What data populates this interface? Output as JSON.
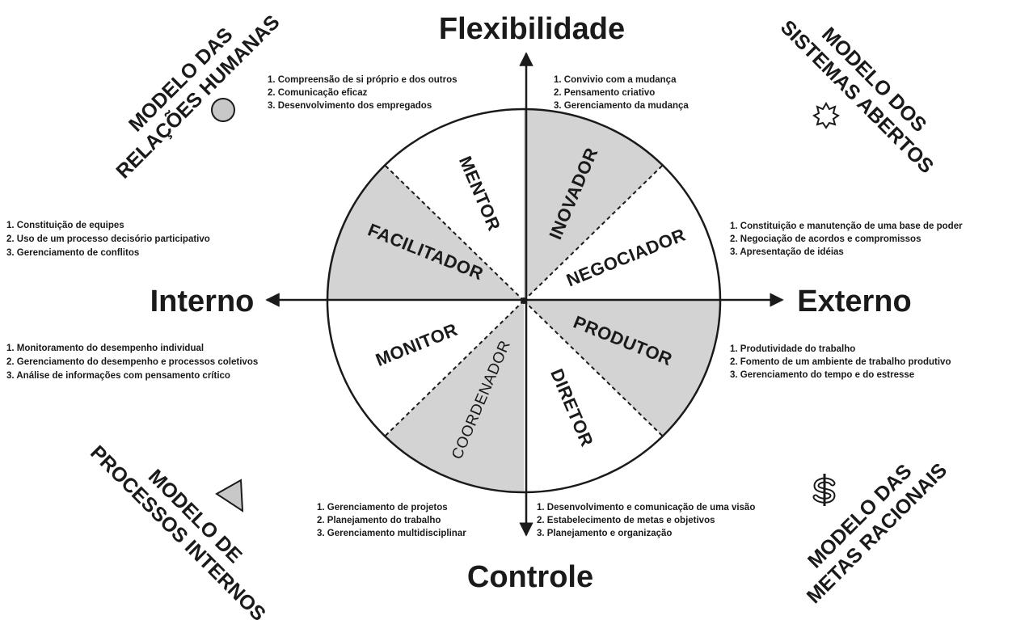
{
  "axes": {
    "top": "Flexibilidade",
    "bottom": "Controle",
    "left": "Interno",
    "right": "Externo"
  },
  "roles": {
    "mentor": "MENTOR",
    "inovador": "INOVADOR",
    "facilitador": "FACILITADOR",
    "negociador": "NEGOCIADOR",
    "monitor": "MONITOR",
    "produtor": "PRODUTOR",
    "coordenador": "COORDENADOR",
    "diretor": "DIRETOR"
  },
  "models": {
    "human_relations": {
      "line1": "MODELO DAS",
      "line2": "RELAÇÕES HUMANAS",
      "icon": "circle-icon"
    },
    "open_systems": {
      "line1": "MODELO DOS",
      "line2": "SISTEMAS ABERTOS",
      "icon": "starburst-icon"
    },
    "internal_process": {
      "line1": "MODELO DE",
      "line2": "PROCESSOS INTERNOS",
      "icon": "triangle-icon"
    },
    "rational_goals": {
      "line1": "MODELO DAS",
      "line2": "METAS RACIONAIS",
      "icon": "dollar-icon"
    }
  },
  "competencies": {
    "mentor": [
      "1. Compreensão de si próprio e dos outros",
      "2. Comunicação eficaz",
      "3. Desenvolvimento dos empregados"
    ],
    "inovador": [
      "1. Convivio com a mudança",
      "2. Pensamento criativo",
      "3. Gerenciamento da mudança"
    ],
    "facilitador": [
      "1. Constituição de equipes",
      "2. Uso de um processo decisório participativo",
      "3. Gerenciamento de conflitos"
    ],
    "negociador": [
      "1. Constituição e manutenção de uma base de poder",
      "2. Negociação de acordos e compromissos",
      "3. Apresentação de idéias"
    ],
    "monitor": [
      "1. Monitoramento do desempenho individual",
      "2. Gerenciamento do desempenho e processos coletivos",
      "3. Análise de informações com pensamento crítico"
    ],
    "produtor": [
      "1. Produtividade do trabalho",
      "2. Fomento de um ambiente de trabalho produtivo",
      "3. Gerenciamento do tempo e do estresse"
    ],
    "coordenador": [
      "1. Gerenciamento de projetos",
      "2. Planejamento do trabalho",
      "3. Gerenciamento multidisciplinar"
    ],
    "diretor": [
      "1. Desenvolvimento e comunicação de  uma visão",
      "2. Estabelecimento de metas e objetivos",
      "3. Planejamento e organização"
    ]
  },
  "colors": {
    "shaded": "#d3d3d3",
    "ink": "#1a1a1a",
    "background": "#ffffff"
  }
}
